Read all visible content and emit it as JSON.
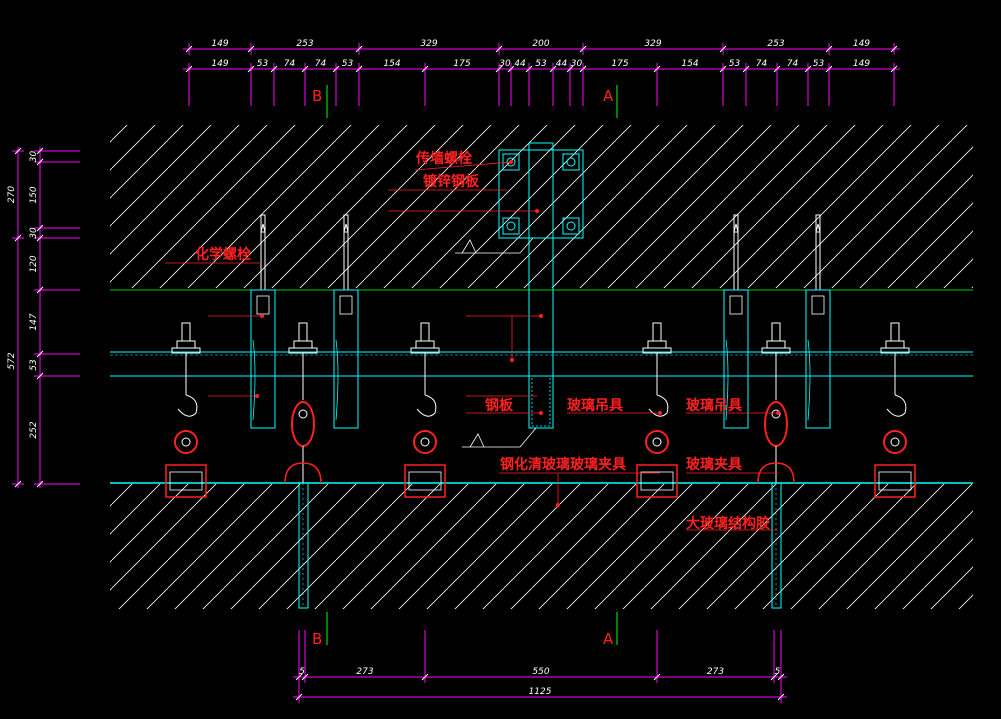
{
  "colors": {
    "background": "#000000",
    "dimension": "#ff00ff",
    "annotation": "#ff2020",
    "structure": "#00ffff",
    "hatch": "#ffffff",
    "slab_line": "#00cc00",
    "section_mark": "#00ff00"
  },
  "top_dims": {
    "row1": [
      "149",
      "253",
      "329",
      "200",
      "329",
      "253",
      "149"
    ],
    "row2": [
      "149",
      "53",
      "74",
      "74",
      "53",
      "154",
      "175",
      "30",
      "44",
      "53",
      "44",
      "30",
      "175",
      "154",
      "53",
      "74",
      "74",
      "53",
      "149"
    ]
  },
  "left_dims": {
    "outer": [
      "270",
      "572"
    ],
    "inner": [
      "30",
      "150",
      "30",
      "120",
      "147",
      "53",
      "252"
    ]
  },
  "bottom_dims": {
    "row1": [
      "5",
      "273",
      "550",
      "273",
      "5"
    ],
    "total": "1125"
  },
  "section_marks": {
    "B": "B",
    "A": "A"
  },
  "labels": {
    "through_bolt": "传墙螺栓",
    "galvanized_plate": "镀锌钢板",
    "chemical_bolt": "化学螺栓",
    "steel_plate": "钢板",
    "glass_hanger_1": "玻璃吊具",
    "glass_hanger_2": "玻璃吊具",
    "tempered_glass_clamp": "钢化清玻璃玻璃夹具",
    "glass_clamp": "玻璃夹具",
    "glass_structure_adhesive": "大玻璃结构胶"
  }
}
